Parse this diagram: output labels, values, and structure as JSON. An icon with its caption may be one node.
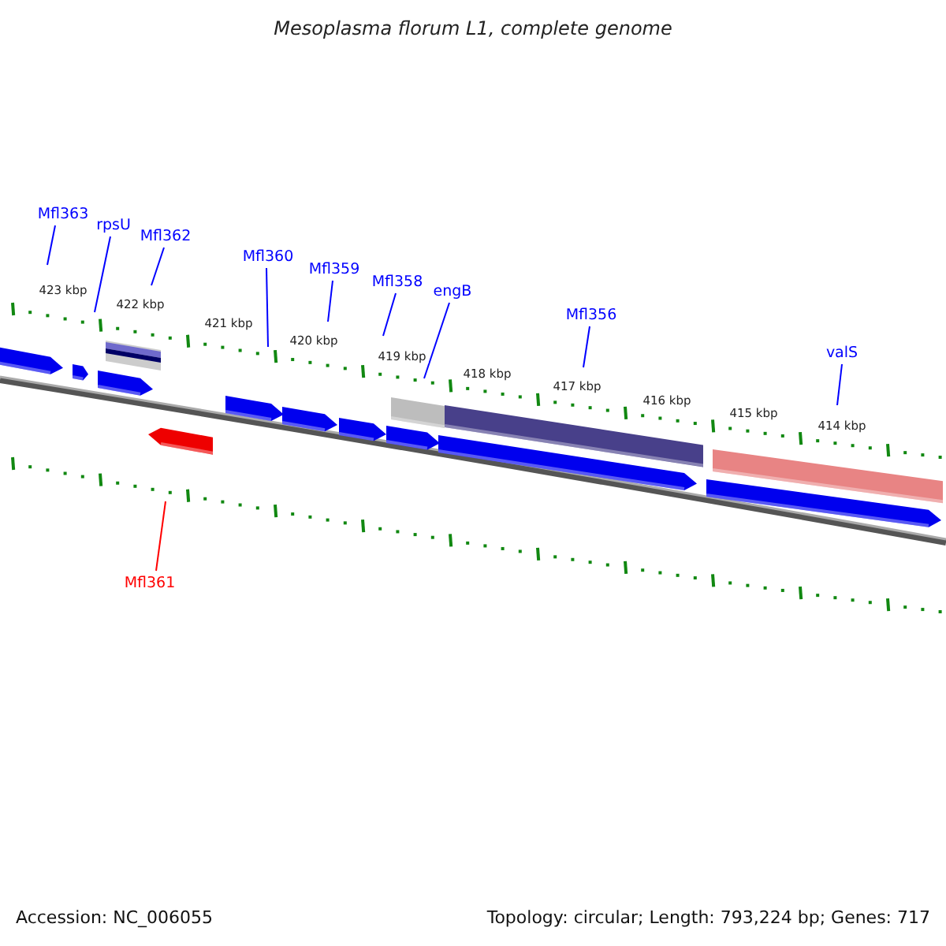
{
  "diagram": {
    "title": "Mesoplasma florum L1, complete genome",
    "nodes": [
      {
        "text": [
          "Mfl363"
        ]
      },
      {
        "text": [
          "rpsU"
        ]
      },
      {
        "text": [
          "Mfl362"
        ]
      },
      {
        "text": [
          "Mfl360"
        ]
      },
      {
        "text": [
          "Mfl359"
        ]
      },
      {
        "text": [
          "Mfl358"
        ]
      },
      {
        "text": [
          "engB"
        ]
      },
      {
        "text": [
          "Mfl356"
        ]
      },
      {
        "text": [
          "valS"
        ]
      },
      {
        "text": [
          "Mfl361"
        ]
      }
    ],
    "edges": [
      {
        "from": 0,
        "to": null,
        "arrow": "none"
      },
      {
        "from": 1,
        "to": null,
        "arrow": "none"
      },
      {
        "from": 2,
        "to": null,
        "arrow": "none"
      },
      {
        "from": 3,
        "to": null,
        "arrow": "none"
      },
      {
        "from": 4,
        "to": null,
        "arrow": "none"
      },
      {
        "from": 5,
        "to": null,
        "arrow": "none"
      },
      {
        "from": 6,
        "to": null,
        "arrow": "none"
      },
      {
        "from": 7,
        "to": null,
        "arrow": "none"
      },
      {
        "from": 8,
        "to": null,
        "arrow": "none"
      },
      {
        "from": 9,
        "to": null,
        "arrow": "none",
        "color": "#ff0000"
      }
    ],
    "labels": [
      "423 kbp",
      "422 kbp",
      "421 kbp",
      "420 kbp",
      "419 kbp",
      "418 kbp",
      "417 kbp",
      "416 kbp",
      "415 kbp",
      "414 kbp",
      "Accession: NC_006055",
      "Topology: circular; Length: 793,224 bp; Genes: 717"
    ]
  }
}
